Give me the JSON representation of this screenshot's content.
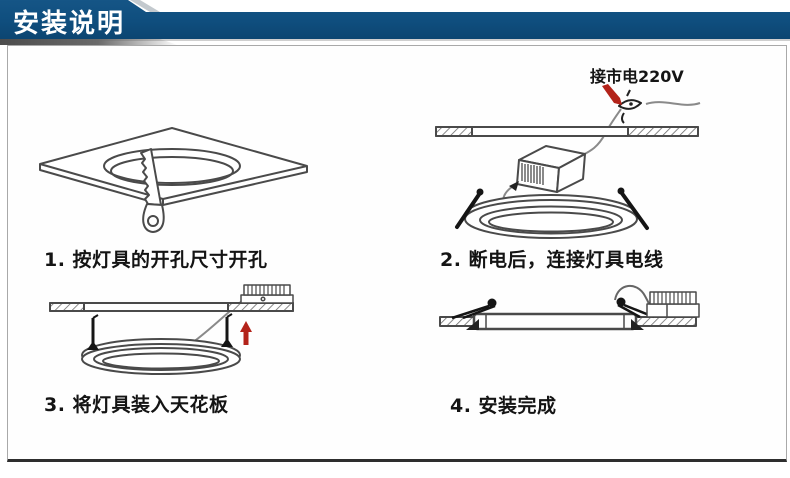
{
  "header": {
    "title": "安装说明",
    "bar_color": "#0f4e7e",
    "text_color": "#ffffff"
  },
  "panel": {
    "border_color": "#a9a9a9",
    "background": "#ffffff"
  },
  "annotation": {
    "mains_label": "接市电220V",
    "arrow_color": "#b3231a"
  },
  "steps": [
    {
      "id": 1,
      "caption": "1. 按灯具的开孔尺寸开孔",
      "illustration": "ceiling-tile-with-cut-hole-and-keyhole-saw"
    },
    {
      "id": 2,
      "caption": "2. 断电后，连接灯具电线",
      "illustration": "driver-box-wired-to-downlight-and-mains"
    },
    {
      "id": 3,
      "caption": "3. 将灯具装入天花板",
      "illustration": "lamp-pushed-up-into-ceiling-opening"
    },
    {
      "id": 4,
      "caption": "4. 安装完成",
      "illustration": "panel-flush-mounted-in-ceiling"
    }
  ]
}
